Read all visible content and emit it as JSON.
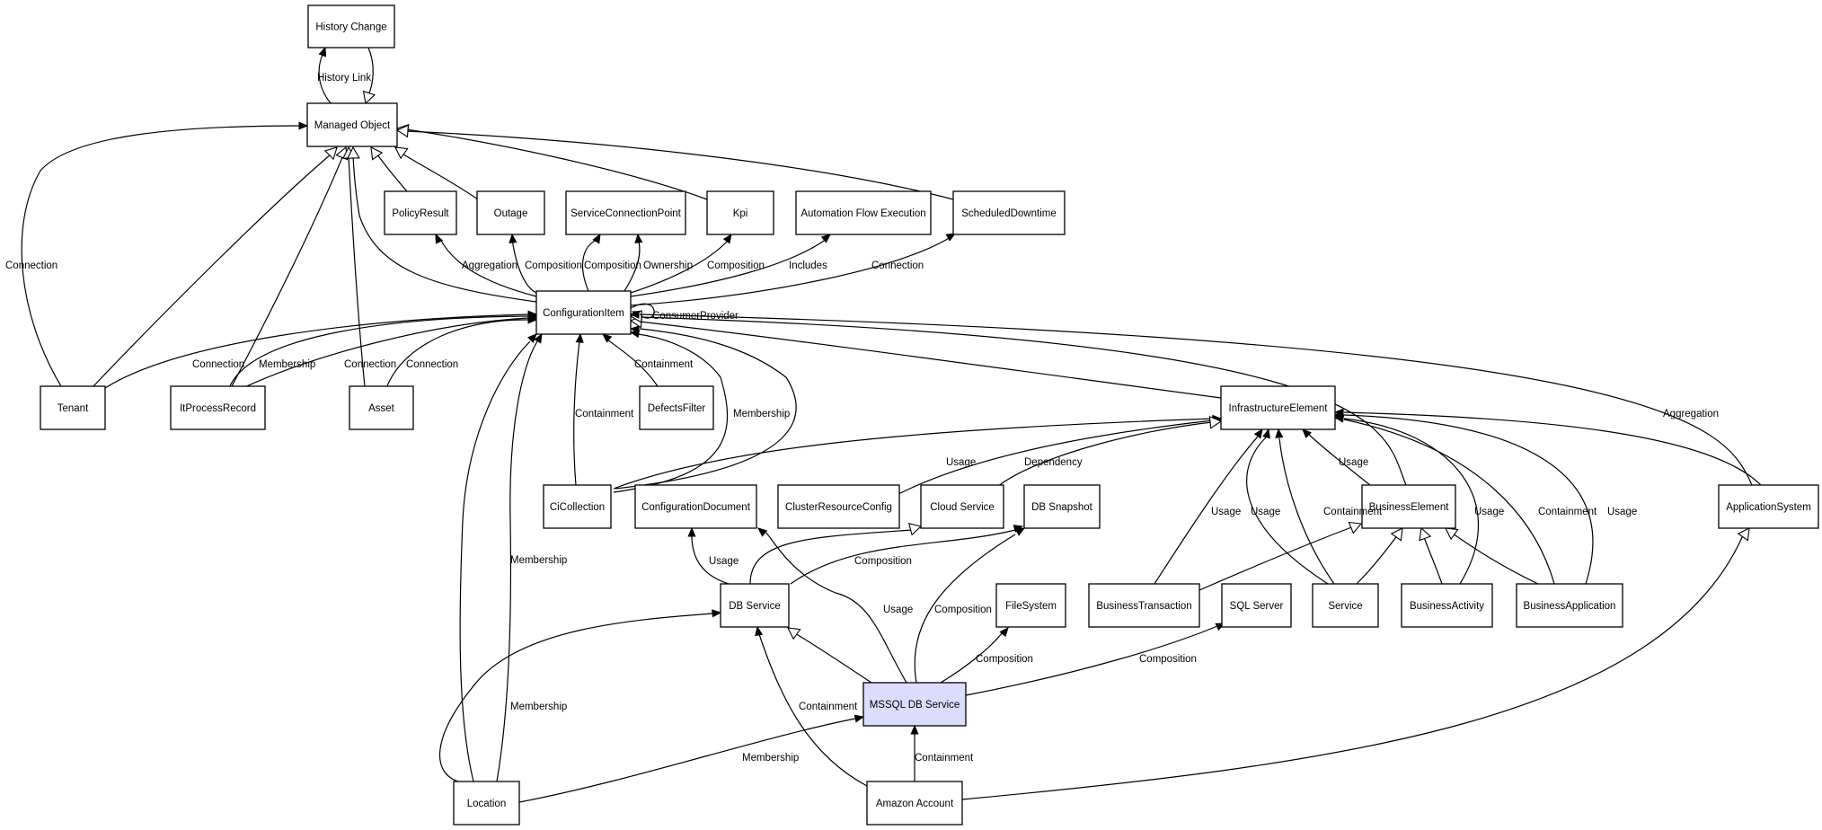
{
  "diagram": {
    "nodes": [
      {
        "id": "history-change",
        "label": "History Change"
      },
      {
        "id": "managed-object",
        "label": "Managed Object"
      },
      {
        "id": "policy-result",
        "label": "PolicyResult"
      },
      {
        "id": "outage",
        "label": "Outage"
      },
      {
        "id": "service-connection-point",
        "label": "ServiceConnectionPoint"
      },
      {
        "id": "kpi",
        "label": "Kpi"
      },
      {
        "id": "automation-flow-execution",
        "label": "Automation Flow Execution"
      },
      {
        "id": "scheduled-downtime",
        "label": "ScheduledDowntime"
      },
      {
        "id": "configuration-item",
        "label": "ConfigurationItem"
      },
      {
        "id": "tenant",
        "label": "Tenant"
      },
      {
        "id": "it-process-record",
        "label": "ItProcessRecord"
      },
      {
        "id": "asset",
        "label": "Asset"
      },
      {
        "id": "defects-filter",
        "label": "DefectsFilter"
      },
      {
        "id": "infrastructure-element",
        "label": "InfrastructureElement"
      },
      {
        "id": "ci-collection",
        "label": "CiCollection"
      },
      {
        "id": "configuration-document",
        "label": "ConfigurationDocument"
      },
      {
        "id": "cluster-resource-config",
        "label": "ClusterResourceConfig"
      },
      {
        "id": "cloud-service",
        "label": "Cloud Service"
      },
      {
        "id": "db-snapshot",
        "label": "DB Snapshot"
      },
      {
        "id": "business-element",
        "label": "BusinessElement"
      },
      {
        "id": "application-system",
        "label": "ApplicationSystem"
      },
      {
        "id": "db-service",
        "label": "DB Service"
      },
      {
        "id": "file-system",
        "label": "FileSystem"
      },
      {
        "id": "business-transaction",
        "label": "BusinessTransaction"
      },
      {
        "id": "sql-server",
        "label": "SQL Server"
      },
      {
        "id": "service",
        "label": "Service"
      },
      {
        "id": "business-activity",
        "label": "BusinessActivity"
      },
      {
        "id": "business-application",
        "label": "BusinessApplication"
      },
      {
        "id": "mssql-db-service",
        "label": "MSSQL DB Service",
        "highlighted": true
      },
      {
        "id": "location",
        "label": "Location"
      },
      {
        "id": "amazon-account",
        "label": "Amazon Account"
      }
    ],
    "edges": [
      {
        "id": "e01",
        "from": "managed-object",
        "to": "history-change",
        "kind": "association",
        "label": "History Link"
      },
      {
        "id": "e02",
        "from": "history-change",
        "to": "managed-object",
        "kind": "inheritance",
        "label": ""
      },
      {
        "id": "e03",
        "from": "tenant",
        "to": "managed-object",
        "kind": "association",
        "label": "Connection"
      },
      {
        "id": "e04",
        "from": "tenant",
        "to": "managed-object",
        "kind": "inheritance",
        "label": ""
      },
      {
        "id": "e05",
        "from": "it-process-record",
        "to": "managed-object",
        "kind": "inheritance",
        "label": ""
      },
      {
        "id": "e06",
        "from": "asset",
        "to": "managed-object",
        "kind": "inheritance",
        "label": ""
      },
      {
        "id": "e07",
        "from": "configuration-item",
        "to": "managed-object",
        "kind": "inheritance",
        "label": ""
      },
      {
        "id": "e08",
        "from": "policy-result",
        "to": "managed-object",
        "kind": "inheritance",
        "label": ""
      },
      {
        "id": "e09",
        "from": "outage",
        "to": "managed-object",
        "kind": "inheritance",
        "label": ""
      },
      {
        "id": "e10",
        "from": "kpi",
        "to": "managed-object",
        "kind": "inheritance",
        "label": ""
      },
      {
        "id": "e11",
        "from": "scheduled-downtime",
        "to": "managed-object",
        "kind": "inheritance",
        "label": ""
      },
      {
        "id": "e12",
        "from": "configuration-item",
        "to": "policy-result",
        "kind": "association",
        "label": "Aggregation"
      },
      {
        "id": "e13",
        "from": "configuration-item",
        "to": "outage",
        "kind": "association",
        "label": "Composition"
      },
      {
        "id": "e14",
        "from": "configuration-item",
        "to": "service-connection-point",
        "kind": "association",
        "label": "Composition"
      },
      {
        "id": "e15",
        "from": "configuration-item",
        "to": "service-connection-point",
        "kind": "association",
        "label": "Ownership"
      },
      {
        "id": "e16",
        "from": "configuration-item",
        "to": "kpi",
        "kind": "association",
        "label": "Composition"
      },
      {
        "id": "e17",
        "from": "configuration-item",
        "to": "automation-flow-execution",
        "kind": "association",
        "label": "Includes"
      },
      {
        "id": "e18",
        "from": "configuration-item",
        "to": "scheduled-downtime",
        "kind": "association",
        "label": "Connection"
      },
      {
        "id": "e19",
        "from": "configuration-item",
        "to": "configuration-item",
        "kind": "association",
        "label": "ConsumerProvider"
      },
      {
        "id": "e20",
        "from": "tenant",
        "to": "configuration-item",
        "kind": "association",
        "label": "Connection"
      },
      {
        "id": "e21",
        "from": "it-process-record",
        "to": "configuration-item",
        "kind": "association",
        "label": "Membership"
      },
      {
        "id": "e22",
        "from": "it-process-record",
        "to": "configuration-item",
        "kind": "association",
        "label": "Connection"
      },
      {
        "id": "e23",
        "from": "asset",
        "to": "configuration-item",
        "kind": "association",
        "label": "Connection"
      },
      {
        "id": "e24",
        "from": "defects-filter",
        "to": "configuration-item",
        "kind": "association",
        "label": "Containment"
      },
      {
        "id": "e25",
        "from": "ci-collection",
        "to": "configuration-item",
        "kind": "association",
        "label": "Containment"
      },
      {
        "id": "e26",
        "from": "ci-collection",
        "to": "configuration-item",
        "kind": "association",
        "label": "Membership"
      },
      {
        "id": "e27",
        "from": "ci-collection",
        "to": "configuration-item",
        "kind": "association",
        "label": ""
      },
      {
        "id": "e28",
        "from": "location",
        "to": "configuration-item",
        "kind": "association",
        "label": "Membership"
      },
      {
        "id": "e29",
        "from": "location",
        "to": "configuration-item",
        "kind": "association",
        "label": ""
      },
      {
        "id": "e30",
        "from": "infrastructure-element",
        "to": "configuration-item",
        "kind": "inheritance",
        "label": ""
      },
      {
        "id": "e31",
        "from": "business-element",
        "to": "configuration-item",
        "kind": "inheritance",
        "label": ""
      },
      {
        "id": "e32",
        "from": "application-system",
        "to": "configuration-item",
        "kind": "association",
        "label": "Aggregation"
      },
      {
        "id": "e33",
        "from": "ci-collection",
        "to": "infrastructure-element",
        "kind": "association",
        "label": "Usage"
      },
      {
        "id": "e34",
        "from": "cluster-resource-config",
        "to": "infrastructure-element",
        "kind": "association",
        "label": "Dependency"
      },
      {
        "id": "e35",
        "from": "cloud-service",
        "to": "infrastructure-element",
        "kind": "inheritance",
        "label": ""
      },
      {
        "id": "e36",
        "from": "business-element",
        "to": "infrastructure-element",
        "kind": "association",
        "label": "Usage"
      },
      {
        "id": "e37",
        "from": "business-transaction",
        "to": "infrastructure-element",
        "kind": "association",
        "label": "Usage"
      },
      {
        "id": "e38",
        "from": "service",
        "to": "infrastructure-element",
        "kind": "association",
        "label": "Usage"
      },
      {
        "id": "e39",
        "from": "service",
        "to": "infrastructure-element",
        "kind": "association",
        "label": "Containment"
      },
      {
        "id": "e40",
        "from": "business-activity",
        "to": "infrastructure-element",
        "kind": "association",
        "label": "Usage"
      },
      {
        "id": "e41",
        "from": "business-application",
        "to": "infrastructure-element",
        "kind": "association",
        "label": "Containment"
      },
      {
        "id": "e42",
        "from": "business-application",
        "to": "infrastructure-element",
        "kind": "association",
        "label": "Usage"
      },
      {
        "id": "e43",
        "from": "application-system",
        "to": "infrastructure-element",
        "kind": "association",
        "label": ""
      },
      {
        "id": "e44",
        "from": "business-transaction",
        "to": "business-element",
        "kind": "inheritance",
        "label": ""
      },
      {
        "id": "e45",
        "from": "service",
        "to": "business-element",
        "kind": "inheritance",
        "label": ""
      },
      {
        "id": "e46",
        "from": "business-activity",
        "to": "business-element",
        "kind": "inheritance",
        "label": ""
      },
      {
        "id": "e47",
        "from": "business-application",
        "to": "business-element",
        "kind": "inheritance",
        "label": ""
      },
      {
        "id": "e48",
        "from": "db-service",
        "to": "configuration-document",
        "kind": "association",
        "label": "Usage"
      },
      {
        "id": "e49",
        "from": "db-service",
        "to": "cloud-service",
        "kind": "inheritance",
        "label": ""
      },
      {
        "id": "e50",
        "from": "db-service",
        "to": "db-snapshot",
        "kind": "association",
        "label": "Composition"
      },
      {
        "id": "e51",
        "from": "mssql-db-service",
        "to": "configuration-document",
        "kind": "association",
        "label": "Usage"
      },
      {
        "id": "e52",
        "from": "mssql-db-service",
        "to": "db-snapshot",
        "kind": "association",
        "label": "Composition"
      },
      {
        "id": "e53",
        "from": "mssql-db-service",
        "to": "db-service",
        "kind": "inheritance",
        "label": ""
      },
      {
        "id": "e54",
        "from": "mssql-db-service",
        "to": "file-system",
        "kind": "association",
        "label": "Composition"
      },
      {
        "id": "e55",
        "from": "mssql-db-service",
        "to": "sql-server",
        "kind": "association",
        "label": "Composition"
      },
      {
        "id": "e56",
        "from": "location",
        "to": "db-service",
        "kind": "association",
        "label": "Membership"
      },
      {
        "id": "e57",
        "from": "location",
        "to": "mssql-db-service",
        "kind": "association",
        "label": "Membership"
      },
      {
        "id": "e58",
        "from": "amazon-account",
        "to": "db-service",
        "kind": "association",
        "label": "Containment"
      },
      {
        "id": "e59",
        "from": "amazon-account",
        "to": "mssql-db-service",
        "kind": "association",
        "label": "Containment"
      },
      {
        "id": "e60",
        "from": "amazon-account",
        "to": "application-system",
        "kind": "inheritance",
        "label": ""
      }
    ]
  }
}
